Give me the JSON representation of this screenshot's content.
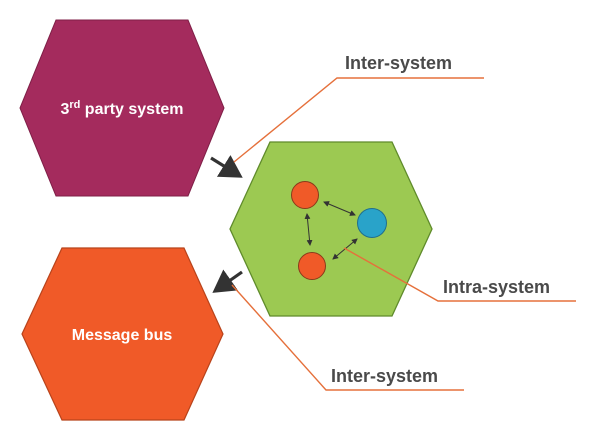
{
  "nodes": {
    "third_party": {
      "label_main": "3",
      "label_sup": "rd",
      "label_rest": " party system",
      "fill": "#a42b5d",
      "stroke": "#7f1f47"
    },
    "message_bus": {
      "label": "Message bus",
      "fill": "#f05a28",
      "stroke": "#b8431b"
    },
    "core_system": {
      "fill": "#9cc952",
      "stroke": "#5f8b2b"
    }
  },
  "callouts": {
    "inter_top": "Inter-system",
    "intra": "Intra-system",
    "inter_bottom": "Inter-system"
  },
  "colors": {
    "leader_line": "#e5703b",
    "arrow": "#333333",
    "component_orange": "#f05a28",
    "component_blue": "#29a3c9"
  }
}
